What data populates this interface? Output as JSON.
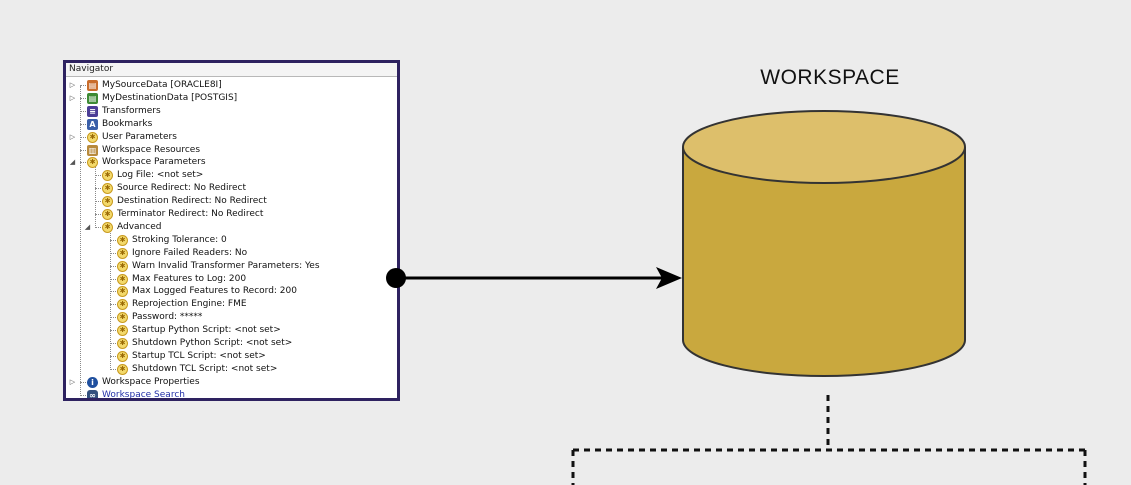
{
  "navigator": {
    "title": "Navigator",
    "items": [
      {
        "label": "MySourceData [ORACLE8I]",
        "icon": "source-dataset-icon",
        "depth": 0,
        "expander": "collapsed"
      },
      {
        "label": "MyDestinationData [POSTGIS]",
        "icon": "destination-dataset-icon",
        "depth": 0,
        "expander": "collapsed"
      },
      {
        "label": "Transformers",
        "icon": "transformers-icon",
        "depth": 0,
        "expander": "none"
      },
      {
        "label": "Bookmarks",
        "icon": "bookmarks-icon",
        "depth": 0,
        "expander": "none"
      },
      {
        "label": "User Parameters",
        "icon": "parameter-icon",
        "depth": 0,
        "expander": "collapsed"
      },
      {
        "label": "Workspace Resources",
        "icon": "resources-icon",
        "depth": 0,
        "expander": "none"
      },
      {
        "label": "Workspace Parameters",
        "icon": "parameter-icon",
        "depth": 0,
        "expander": "expanded"
      },
      {
        "label": "Log File: <not set>",
        "icon": "parameter-icon",
        "depth": 1,
        "expander": "none"
      },
      {
        "label": "Source Redirect: No Redirect",
        "icon": "parameter-icon",
        "depth": 1,
        "expander": "none"
      },
      {
        "label": "Destination Redirect: No Redirect",
        "icon": "parameter-icon",
        "depth": 1,
        "expander": "none"
      },
      {
        "label": "Terminator Redirect: No Redirect",
        "icon": "parameter-icon",
        "depth": 1,
        "expander": "none"
      },
      {
        "label": "Advanced",
        "icon": "parameter-icon",
        "depth": 1,
        "expander": "expanded"
      },
      {
        "label": "Stroking Tolerance: 0",
        "icon": "parameter-icon",
        "depth": 2,
        "expander": "none"
      },
      {
        "label": "Ignore Failed Readers: No",
        "icon": "parameter-icon",
        "depth": 2,
        "expander": "none"
      },
      {
        "label": "Warn Invalid Transformer Parameters: Yes",
        "icon": "parameter-icon",
        "depth": 2,
        "expander": "none"
      },
      {
        "label": "Max Features to Log: 200",
        "icon": "parameter-icon",
        "depth": 2,
        "expander": "none"
      },
      {
        "label": "Max Logged Features to Record: 200",
        "icon": "parameter-icon",
        "depth": 2,
        "expander": "none"
      },
      {
        "label": "Reprojection Engine: FME",
        "icon": "parameter-icon",
        "depth": 2,
        "expander": "none"
      },
      {
        "label": "Password: *****",
        "icon": "parameter-icon",
        "depth": 2,
        "expander": "none"
      },
      {
        "label": "Startup Python Script: <not set>",
        "icon": "parameter-icon",
        "depth": 2,
        "expander": "none"
      },
      {
        "label": "Shutdown Python Script: <not set>",
        "icon": "parameter-icon",
        "depth": 2,
        "expander": "none"
      },
      {
        "label": "Startup TCL Script: <not set>",
        "icon": "parameter-icon",
        "depth": 2,
        "expander": "none"
      },
      {
        "label": "Shutdown TCL Script: <not set>",
        "icon": "parameter-icon",
        "depth": 2,
        "expander": "none"
      },
      {
        "label": "Workspace Properties",
        "icon": "properties-icon",
        "depth": 0,
        "expander": "collapsed"
      },
      {
        "label": "Workspace Search",
        "icon": "search-binoculars-icon",
        "depth": 0,
        "expander": "none",
        "link": true
      }
    ]
  },
  "workspace": {
    "title": "WORKSPACE"
  },
  "colors": {
    "background": "#ececec",
    "navigator_border": "#2e2260",
    "cylinder_body": "#c9a83e",
    "cylinder_top": "#ddbf6b",
    "cylinder_outline": "#333333",
    "arrow": "#000000"
  }
}
